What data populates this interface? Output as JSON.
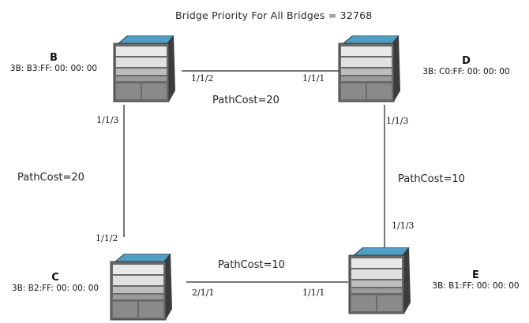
{
  "title": "Bridge Priority For All Bridges = 32768",
  "bridges": [
    {
      "id": "B",
      "letter": "B",
      "mac": "3B: B3:FF: 00: 00: 00"
    },
    {
      "id": "D",
      "letter": "D",
      "mac": "3B: C0:FF: 00: 00: 00"
    },
    {
      "id": "C",
      "letter": "C",
      "mac": "3B: B2:FF: 00: 00: 00"
    },
    {
      "id": "E",
      "letter": "E",
      "mac": "3B: B1:FF: 00: 00: 00"
    }
  ],
  "links": [
    {
      "id": "B-D",
      "from_port": "1/1/2",
      "to_port": "1/1/1",
      "cost_label": "PathCost=20",
      "cost": 20
    },
    {
      "id": "B-C",
      "from_port": "1/1/3",
      "to_port": "1/1/2",
      "cost_label": "PathCost=20",
      "cost": 20
    },
    {
      "id": "D-E",
      "from_port": "1/1/3",
      "to_port": "1/1/3",
      "cost_label": "PathCost=10",
      "cost": 10
    },
    {
      "id": "C-E",
      "from_port": "2/1/1",
      "to_port": "1/1/1",
      "cost_label": "PathCost=10",
      "cost": 10
    }
  ],
  "colors": {
    "switch_top": "#4f9fc4",
    "switch_body": "#5a5a5a",
    "link": "#777777"
  }
}
